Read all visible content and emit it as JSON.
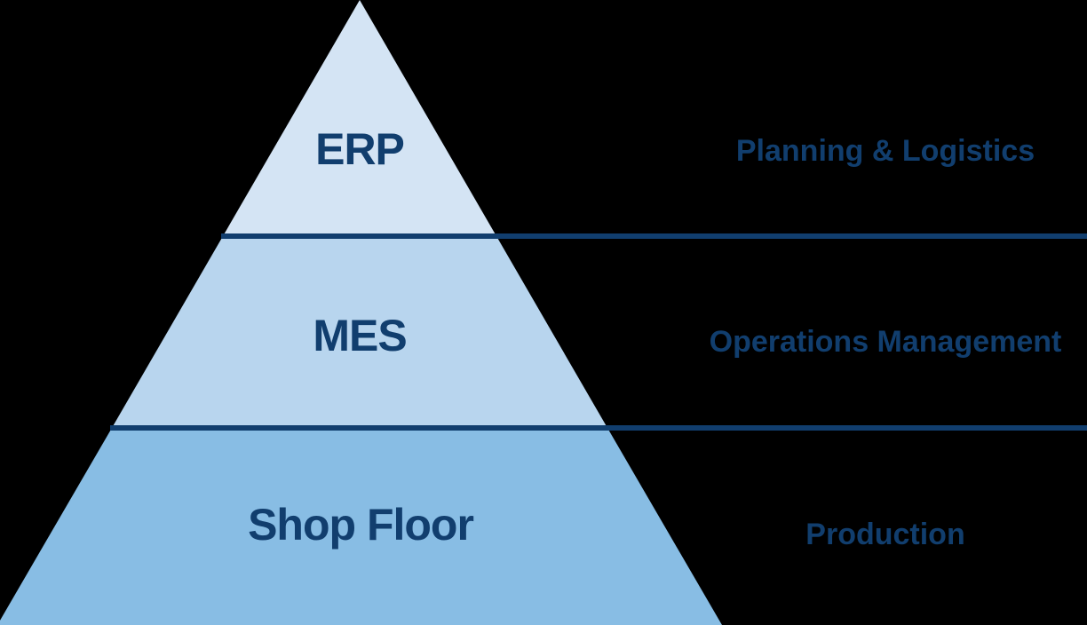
{
  "diagram": {
    "type": "pyramid",
    "levels": [
      {
        "id": "erp",
        "label": "ERP",
        "annotation": "Planning & Logistics",
        "fill": "#d4e4f4"
      },
      {
        "id": "mes",
        "label": "MES",
        "annotation": "Operations Management",
        "fill": "#b8d5ee"
      },
      {
        "id": "shop-floor",
        "label": "Shop Floor",
        "annotation": "Production",
        "fill": "#88bde4"
      }
    ],
    "colors": {
      "background": "#000000",
      "text": "#113e6e",
      "divider_line": "#113e6e"
    }
  }
}
